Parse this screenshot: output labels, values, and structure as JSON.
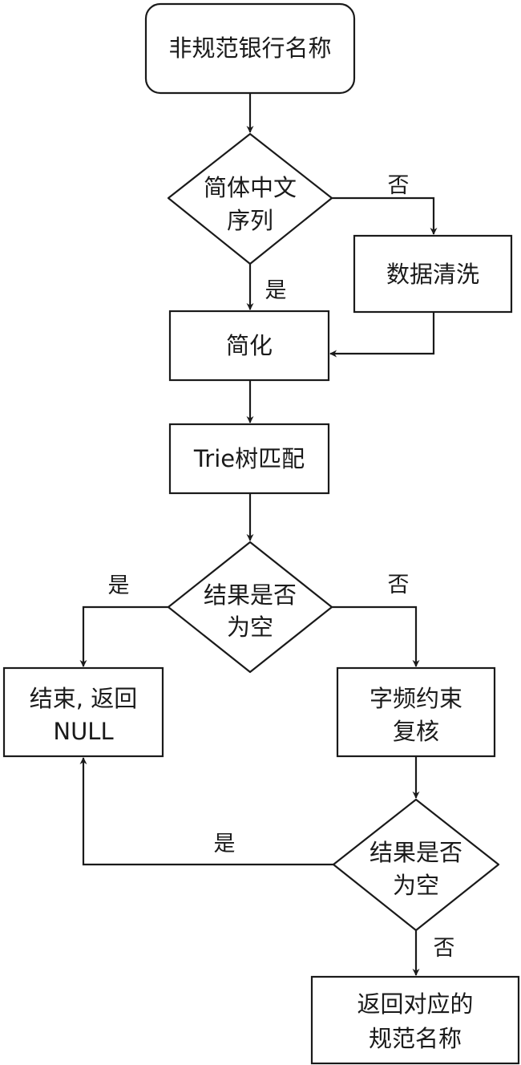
{
  "nodes": {
    "start": {
      "label": "非规范银行名称"
    },
    "check_simplified": {
      "line1": "简体中文",
      "line2": "序列"
    },
    "data_cleaning": {
      "label": "数据清洗"
    },
    "simplify": {
      "label": "简化"
    },
    "trie_match": {
      "label": "Trie树匹配"
    },
    "check_empty_1": {
      "line1": "结果是否",
      "line2": "为空"
    },
    "end_null": {
      "line1": "结束, 返回",
      "line2": "NULL"
    },
    "char_freq_check": {
      "line1": "字频约束",
      "line2": "复核"
    },
    "check_empty_2": {
      "line1": "结果是否",
      "line2": "为空"
    },
    "return_result": {
      "line1": "返回对应的",
      "line2": "规范名称"
    }
  },
  "edges": {
    "simplified_no": "否",
    "simplified_yes": "是",
    "empty1_yes": "是",
    "empty1_no": "否",
    "empty2_yes": "是",
    "empty2_no": "否"
  }
}
